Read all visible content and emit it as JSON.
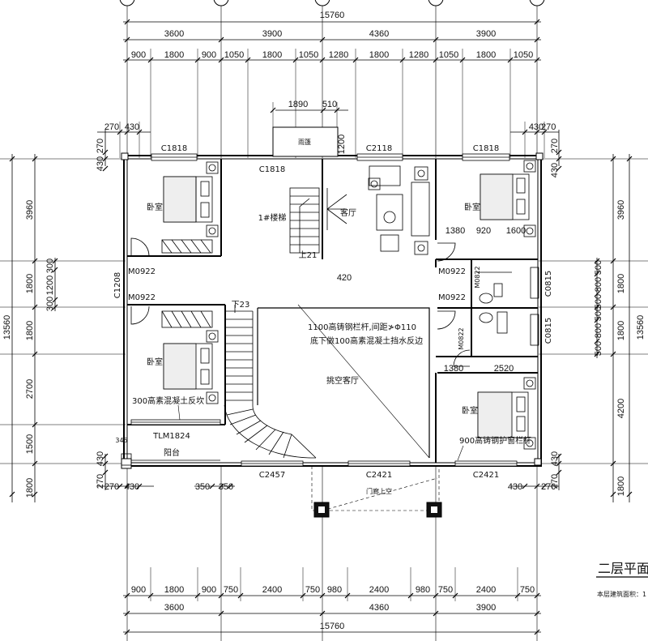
{
  "dims": {
    "top_total": "15760",
    "top_bays": [
      "3600",
      "3900",
      "4360",
      "3900"
    ],
    "top_sub": [
      "900",
      "1800",
      "900",
      "1050",
      "1800",
      "1050",
      "1280",
      "1800",
      "1280",
      "1050",
      "1800",
      "1050"
    ],
    "top_canopy": [
      "1890",
      "510"
    ],
    "top_small": [
      "270",
      "430",
      "430",
      "270"
    ],
    "bottom_total": "15760",
    "bottom_bays": [
      "3600",
      "4360",
      "3900"
    ],
    "bottom_sub": [
      "900",
      "1800",
      "900",
      "750",
      "2400",
      "750",
      "980",
      "2400",
      "980",
      "750",
      "2400",
      "750"
    ],
    "bottom_small": [
      "270",
      "430",
      "350",
      "350",
      "430",
      "270"
    ],
    "left_total": "13560",
    "left_parts": [
      "3960",
      "1800",
      "1800",
      "2700",
      "1500",
      "1800"
    ],
    "left_small": [
      "270",
      "430",
      "1200",
      "300",
      "300",
      "430",
      "270"
    ],
    "right_total": "13560",
    "right_parts": [
      "3960",
      "1800",
      "1800",
      "4200",
      "1800"
    ],
    "right_small": [
      "270",
      "430",
      "500",
      "800",
      "500",
      "500",
      "800",
      "500",
      "430",
      "270"
    ]
  },
  "labels": {
    "canopy": "雨篷",
    "win_top_1": "C1818",
    "win_top_2": "C1818",
    "win_top_3": "C2118",
    "win_top_4": "C1818",
    "dim_1200": "1200",
    "bedroom_nw": "卧室",
    "stair": "1#楼梯",
    "up21": "上21",
    "living": "客厅",
    "bedroom_ne": "卧室",
    "m0922_a": "M0922",
    "m0922_b": "M0922",
    "c1208": "C1208",
    "m0922_c": "M0922",
    "m0922_d": "M0922",
    "m0822_a": "M0822",
    "m0822_b": "M0822",
    "c0815_a": "C0815",
    "c0815_b": "C0815",
    "d420": "420",
    "d1380_a": "1380",
    "d920": "920",
    "d1600": "1600",
    "down23": "下23",
    "rail_note_1": "1100高铸钢栏杆,间距≯Φ110",
    "rail_note_2": "底下做100高素混凝土挡水反边",
    "void": "挑空客厅",
    "bedroom_sw": "卧室",
    "curb_note": "300高素混凝土反坎",
    "tlm": "TLM1824",
    "balcony": "阳台",
    "d1380_b": "1380",
    "d2520": "2520",
    "bedroom_se": "卧室",
    "guard_note": "900高铸钢护窗栏杆",
    "c2457": "C2457",
    "c2421_a": "C2421",
    "c2421_b": "C2421",
    "porch": "门廊上空",
    "d345": "345",
    "floor_title": "二层平面",
    "area_note": "本层建筑面积：1"
  }
}
